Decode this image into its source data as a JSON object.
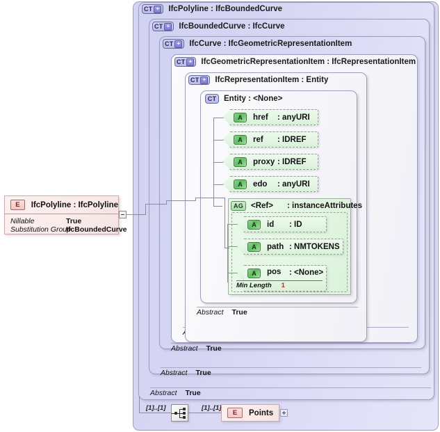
{
  "diagram": {
    "type": "xsd-schema-diagram",
    "root_element": {
      "badge": "E",
      "title": "IfcPolyline : IfcPolyline",
      "properties": [
        {
          "key": "Nillable",
          "value": "True"
        },
        {
          "key": "Substitution Group",
          "value": "IfcBoundedCurve"
        }
      ]
    },
    "complex_types": [
      {
        "badge": "CT",
        "expander": "+",
        "title": "IfcPolyline : IfcBoundedCurve",
        "abstract_label": "Abstract",
        "abstract_value": "True"
      },
      {
        "badge": "CT",
        "expander": "+",
        "title": "IfcBoundedCurve : IfcCurve",
        "abstract_label": "Abstract",
        "abstract_value": "True"
      },
      {
        "badge": "CT",
        "expander": "+",
        "title": "IfcCurve : IfcGeometricRepresentationItem",
        "abstract_label": "Abstract",
        "abstract_value": "True"
      },
      {
        "badge": "CT",
        "expander": "+",
        "title": "IfcGeometricRepresentationItem : IfcRepresentationItem",
        "abstract_label": "Abstract",
        "abstract_value": "True"
      },
      {
        "badge": "CT",
        "expander": "+",
        "title": "IfcRepresentationItem : Entity",
        "abstract_label": "Abstract",
        "abstract_value": "True"
      },
      {
        "badge": "CT",
        "expander": "",
        "title": "Entity : <None>",
        "abstract_label": "",
        "abstract_value": ""
      }
    ],
    "entity_title": {
      "name": "Entity",
      "sep": ":",
      "type": "<None>"
    },
    "attributes": [
      {
        "badge": "A",
        "name": "href",
        "sep": ":",
        "type": "anyURI"
      },
      {
        "badge": "A",
        "name": "ref",
        "sep": ":",
        "type": "IDREF"
      },
      {
        "badge": "A",
        "name": "proxy",
        "sep": ":",
        "type": "IDREF"
      },
      {
        "badge": "A",
        "name": "edo",
        "sep": ":",
        "type": "anyURI"
      }
    ],
    "attribute_group": {
      "badge": "AG",
      "name": "<Ref>",
      "sep": ":",
      "type": "instanceAttributes",
      "attributes": [
        {
          "badge": "A",
          "name": "id",
          "sep": ":",
          "type": "ID",
          "facet": null
        },
        {
          "badge": "A",
          "name": "path",
          "sep": ":",
          "type": "NMTOKENS",
          "facet": null
        },
        {
          "badge": "A",
          "name": "pos",
          "sep": ":",
          "type": "<None>",
          "facet": {
            "label": "Min Length",
            "value": "1"
          }
        }
      ]
    },
    "sequence": {
      "icon_name": "sequence-compositor-icon",
      "occurrence_left": "[1]..[1]",
      "occurrence_right": "[1]..[1]"
    },
    "child_element": {
      "badge": "E",
      "name": "Points",
      "expander": "+"
    }
  },
  "colors": {
    "complex_type_fill": "#d7d7f4",
    "inner_fill": "#f7f7fb",
    "attribute_fill": "#e3f6e3",
    "element_fill": "#fbeceb",
    "border": "#9d9dbb",
    "facet_value": "#cc2222"
  }
}
